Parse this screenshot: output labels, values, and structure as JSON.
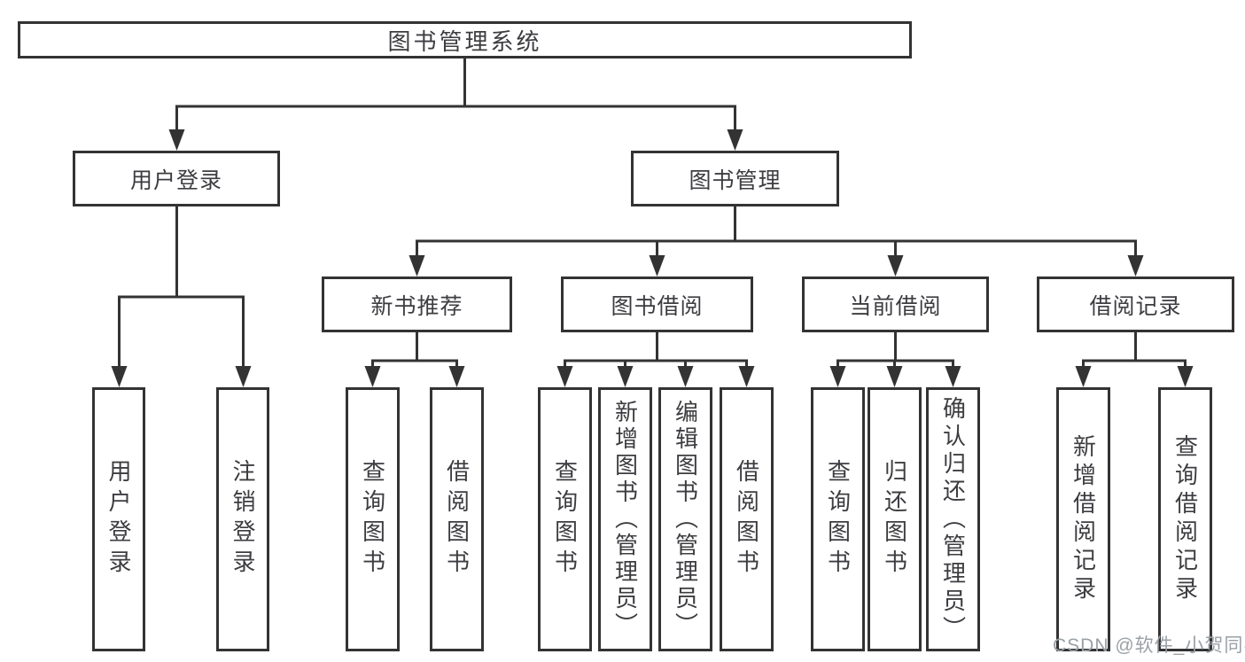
{
  "tree": {
    "root": {
      "label": "图书管理系统"
    },
    "branches": [
      {
        "label": "用户登录",
        "children": [
          {
            "label": "用户登录"
          },
          {
            "label": "注销登录"
          }
        ]
      },
      {
        "label": "图书管理",
        "children": [
          {
            "label": "新书推荐",
            "children": [
              {
                "label": "查询图书"
              },
              {
                "label": "借阅图书"
              }
            ]
          },
          {
            "label": "图书借阅",
            "children": [
              {
                "label": "查询图书"
              },
              {
                "label": "新增图书（管理员）"
              },
              {
                "label": "编辑图书（管理员）"
              },
              {
                "label": "借阅图书"
              }
            ]
          },
          {
            "label": "当前借阅",
            "children": [
              {
                "label": "查询图书"
              },
              {
                "label": "归还图书"
              },
              {
                "label": "确认归还（管理员）"
              }
            ]
          },
          {
            "label": "借阅记录",
            "children": [
              {
                "label": "新增借阅记录"
              },
              {
                "label": "查询借阅记录"
              }
            ]
          }
        ]
      }
    ]
  },
  "watermark": {
    "text": "CSDN @软件_小贺同学"
  },
  "colors": {
    "line": "#333333",
    "text": "#3d3d41",
    "watermark": "#9aa0a5",
    "background": "#ffffff"
  }
}
